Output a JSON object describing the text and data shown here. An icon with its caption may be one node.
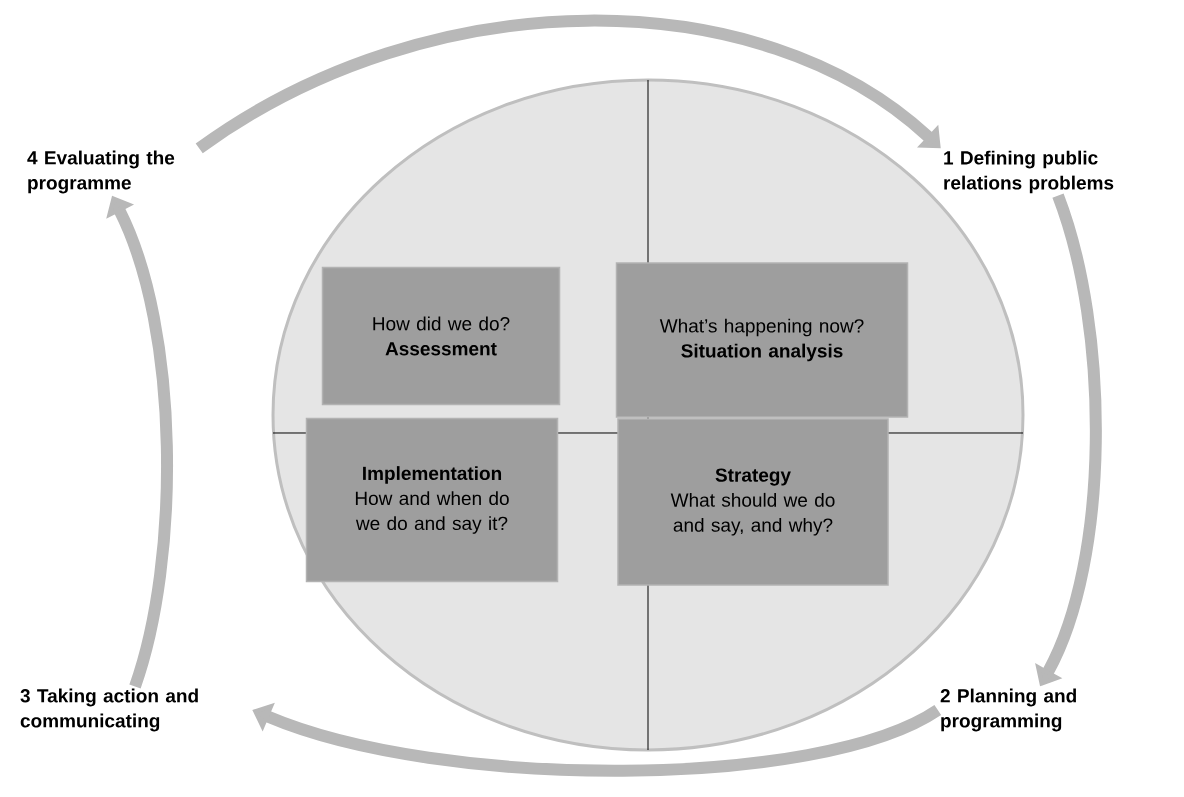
{
  "diagram": {
    "nodes": [
      {
        "text": [],
        "shape": "circle"
      },
      {
        "text": [
          "How did we do?",
          "Assessment"
        ],
        "in": 0
      },
      {
        "text": [
          "What’s happening now?",
          "Situation analysis"
        ],
        "in": 0
      },
      {
        "text": [
          "Implementation",
          "How and when do we do and say it?"
        ],
        "in": 0
      },
      {
        "text": [
          "Strategy",
          "What should we do and say, and why?"
        ],
        "in": 0
      },
      {
        "text": [
          "4  Evaluating the programme"
        ]
      },
      {
        "text": [
          "1 Defining public relations problems"
        ]
      },
      {
        "text": [
          "3 Taking action and communicating"
        ]
      },
      {
        "text": [
          "2 Planning and programming"
        ]
      }
    ],
    "edges": [
      {
        "from": 5,
        "to": 6,
        "arrow": "to"
      },
      {
        "from": 6,
        "to": 8,
        "arrow": "to"
      },
      {
        "from": 8,
        "to": 7,
        "arrow": "to"
      },
      {
        "from": 7,
        "to": 5,
        "arrow": "to"
      }
    ]
  }
}
